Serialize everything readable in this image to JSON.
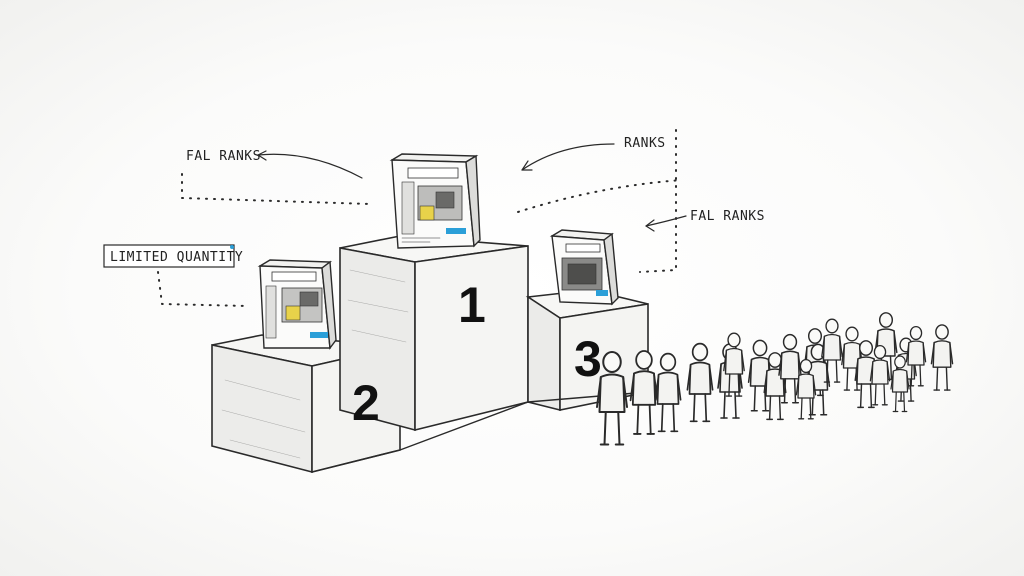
{
  "annotations": {
    "top_left": "FAL RANKS",
    "top_right": "RANKS",
    "right": "FAL RANKS",
    "limited": "LIMITED QUANTITY"
  },
  "podium": {
    "first": "1",
    "second": "2",
    "third": "3"
  },
  "colors": {
    "ink": "#2a2a2a",
    "accent_blue": "#2b9fd8",
    "accent_yellow": "#e8d24a"
  },
  "queue": {
    "people_count": 21
  }
}
